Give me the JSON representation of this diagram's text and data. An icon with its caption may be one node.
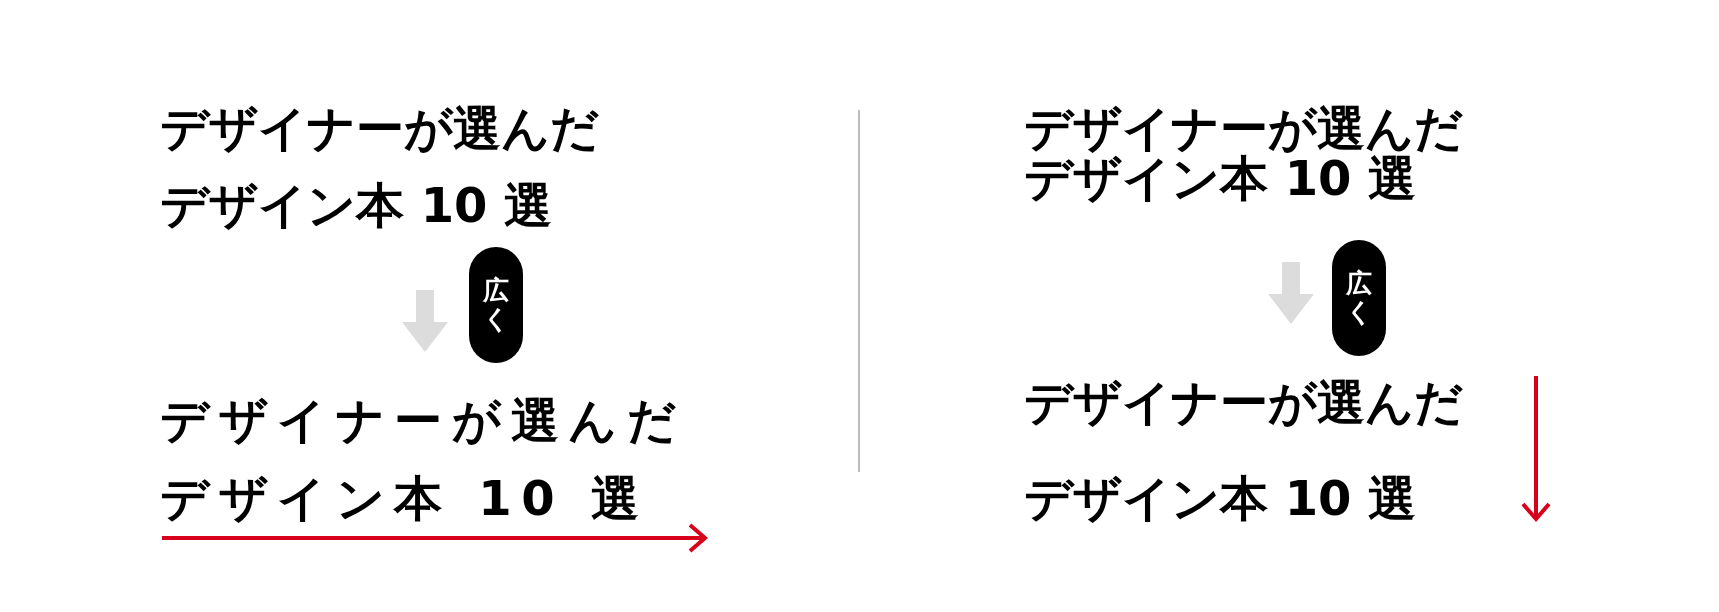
{
  "diagram": {
    "labels": [
      "デザイナーが選んだ",
      "デザイン本 10 選",
      "広く",
      "デザイナーが選んだ",
      "デザイン本 10 選",
      "デザイナーが選んだ",
      "デザイン本 10 選",
      "広く",
      "デザイナーが選んだ",
      "デザイン本 10 選"
    ]
  }
}
